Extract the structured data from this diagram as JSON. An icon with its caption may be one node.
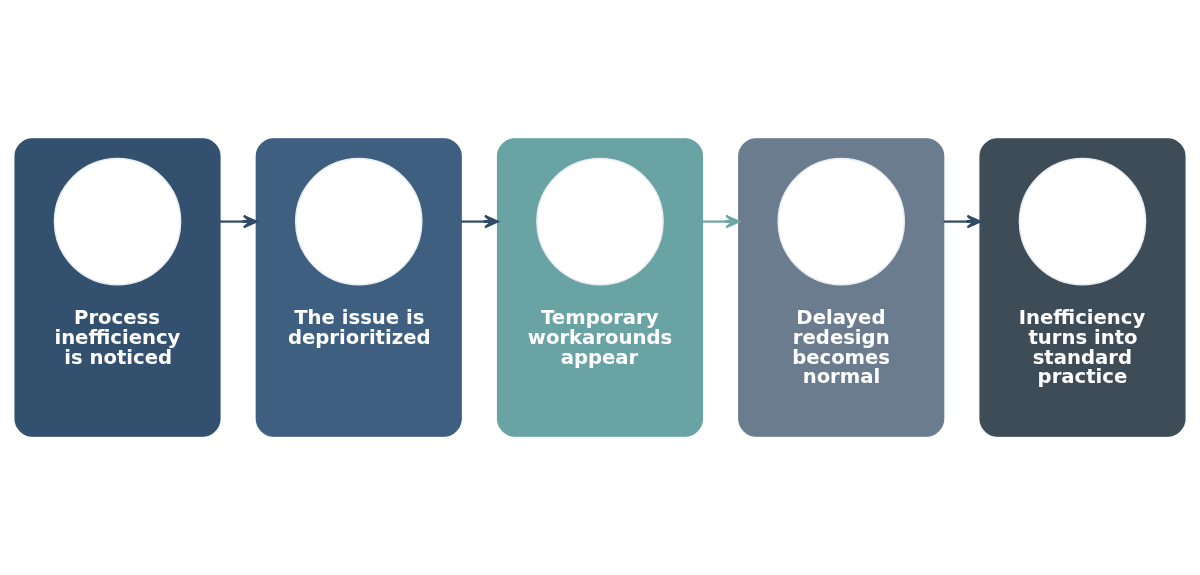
{
  "diagram": {
    "nodes": [
      {
        "text": [
          "Process inefficiency is noticed"
        ]
      },
      {
        "text": [],
        "shape": "circle",
        "in": 0
      },
      {
        "text": [
          "The issue is deprioritized"
        ]
      },
      {
        "text": [],
        "shape": "circle",
        "in": 2
      },
      {
        "text": [
          "Temporary workarounds appear"
        ]
      },
      {
        "text": [],
        "shape": "circle",
        "in": 4
      },
      {
        "text": [
          "Delayed redesign becomes normal"
        ]
      },
      {
        "text": [],
        "shape": "circle",
        "in": 6
      },
      {
        "text": [
          "Inefficiency turns into standard practice"
        ]
      },
      {
        "text": [],
        "shape": "circle",
        "in": 8
      }
    ],
    "edges": [
      {
        "from": 0,
        "to": 2,
        "arrow": "to"
      },
      {
        "from": 2,
        "to": 4,
        "arrow": "to"
      },
      {
        "from": 4,
        "to": 6,
        "arrow": "to",
        "color": "#6fa6a6"
      },
      {
        "from": 6,
        "to": 8,
        "arrow": "to"
      }
    ]
  }
}
